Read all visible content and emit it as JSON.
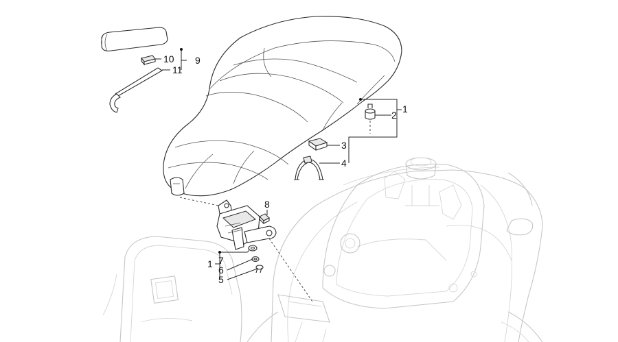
{
  "diagram": {
    "callouts": [
      {
        "id": "c1a",
        "text": "1"
      },
      {
        "id": "c2",
        "text": "2"
      },
      {
        "id": "c3",
        "text": "3"
      },
      {
        "id": "c4",
        "text": "4"
      },
      {
        "id": "c5",
        "text": "5"
      },
      {
        "id": "c6",
        "text": "6"
      },
      {
        "id": "c7",
        "text": "7"
      },
      {
        "id": "c1b",
        "text": "1"
      },
      {
        "id": "c8",
        "text": "8"
      },
      {
        "id": "c9",
        "text": "9"
      },
      {
        "id": "c10",
        "text": "10"
      },
      {
        "id": "c11",
        "text": "11"
      }
    ],
    "colors": {
      "line": "#2a2a2a",
      "ghost": "#c6c6c6",
      "background": "#ffffff"
    }
  }
}
